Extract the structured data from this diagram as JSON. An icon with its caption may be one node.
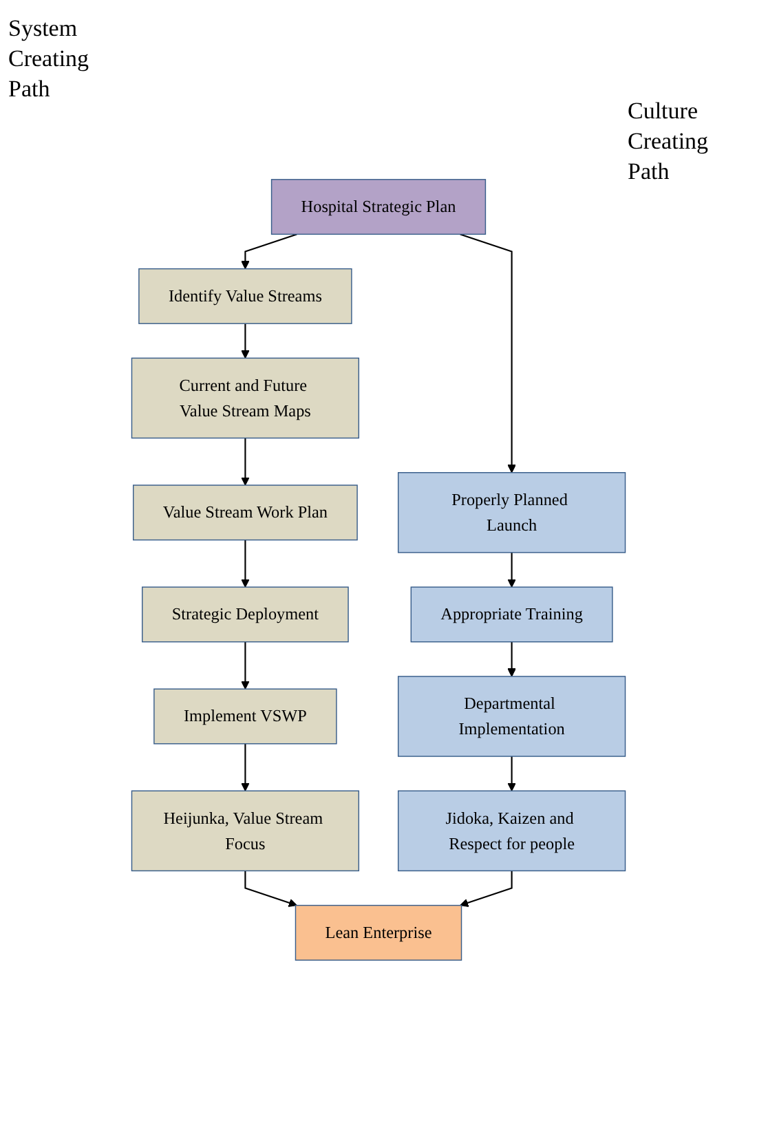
{
  "diagram": {
    "nodes": [
      {
        "text": [
          "Hospital Strategic Plan"
        ]
      },
      {
        "text": [
          "Identify Value Streams"
        ]
      },
      {
        "text": [
          "Current and Future Value Stream Maps"
        ]
      },
      {
        "text": [
          "Value Stream Work Plan"
        ]
      },
      {
        "text": [
          "Strategic Deployment"
        ]
      },
      {
        "text": [
          "Implement VSWP"
        ]
      },
      {
        "text": [
          "Heijunka, Value Stream Focus"
        ]
      },
      {
        "text": [
          "Properly Planned Launch"
        ]
      },
      {
        "text": [
          "Appropriate Training"
        ]
      },
      {
        "text": [
          "Departmental Implementation"
        ]
      },
      {
        "text": [
          "Jidoka, Kaizen and Respect for people"
        ]
      },
      {
        "text": [
          "Lean Enterprise"
        ]
      }
    ],
    "edges": [
      {
        "from": 0,
        "to": 1,
        "arrow": "to"
      },
      {
        "from": 0,
        "to": 7,
        "arrow": "to"
      },
      {
        "from": 1,
        "to": 2,
        "arrow": "to"
      },
      {
        "from": 2,
        "to": 3,
        "arrow": "to"
      },
      {
        "from": 3,
        "to": 4,
        "arrow": "to"
      },
      {
        "from": 4,
        "to": 5,
        "arrow": "to"
      },
      {
        "from": 5,
        "to": 6,
        "arrow": "to"
      },
      {
        "from": 6,
        "to": 11,
        "arrow": "to"
      },
      {
        "from": 7,
        "to": 8,
        "arrow": "to"
      },
      {
        "from": 8,
        "to": 9,
        "arrow": "to"
      },
      {
        "from": 9,
        "to": 10,
        "arrow": "to"
      },
      {
        "from": 10,
        "to": 11,
        "arrow": "to"
      }
    ],
    "labels": [
      "System Creating Path",
      "Culture Creating Path"
    ]
  }
}
